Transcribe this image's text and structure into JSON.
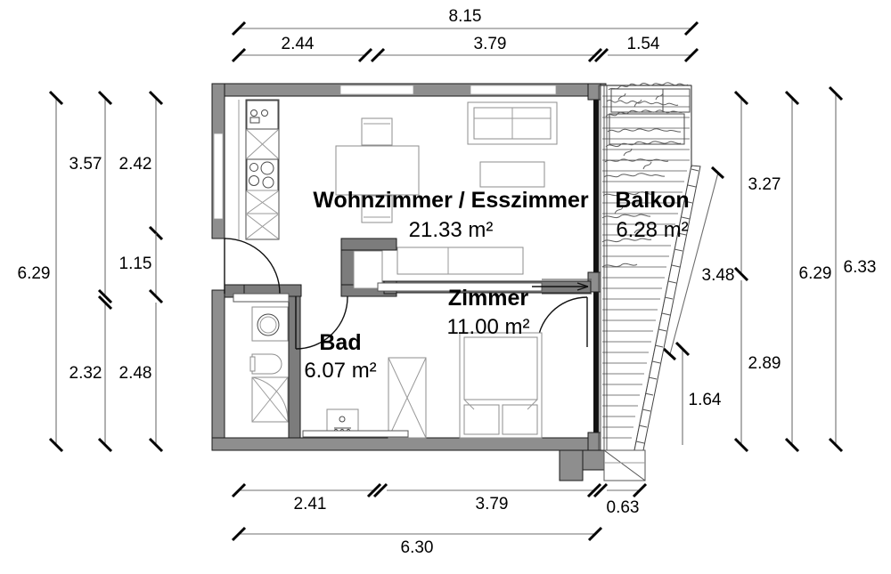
{
  "document": {
    "type": "architectural-floor-plan",
    "title": "Apartment floor plan"
  },
  "rooms": [
    {
      "id": "wohnzimmer",
      "name": "Wohnzimmer / Esszimmer",
      "area": "21.33 m²"
    },
    {
      "id": "zimmer",
      "name": "Zimmer",
      "area": "11.00 m²"
    },
    {
      "id": "bad",
      "name": "Bad",
      "area": "6.07 m²"
    },
    {
      "id": "balkon",
      "name": "Balkon",
      "area": "6.28 m²"
    }
  ],
  "dimensions": {
    "top": {
      "overall": "8.15",
      "segments": [
        "2.44",
        "3.79",
        "1.54"
      ]
    },
    "bottom": {
      "segments": [
        "2.41",
        "3.79",
        "0.63"
      ],
      "overall": "6.30"
    },
    "left": {
      "outer": "6.29",
      "middle": [
        "3.57",
        "2.32"
      ],
      "inner": [
        "2.42",
        "1.15",
        "2.48"
      ]
    },
    "right": {
      "inner": [
        "3.27",
        "2.89"
      ],
      "middle": "6.29",
      "outer": "6.33",
      "diagonal": "3.48",
      "short": "1.64"
    }
  },
  "colors": {
    "wall": "#8e8e8e",
    "wall_outline": "#1a1a1a",
    "dim_line": "#6f6f6f",
    "text": "#000000",
    "background": "#ffffff"
  }
}
